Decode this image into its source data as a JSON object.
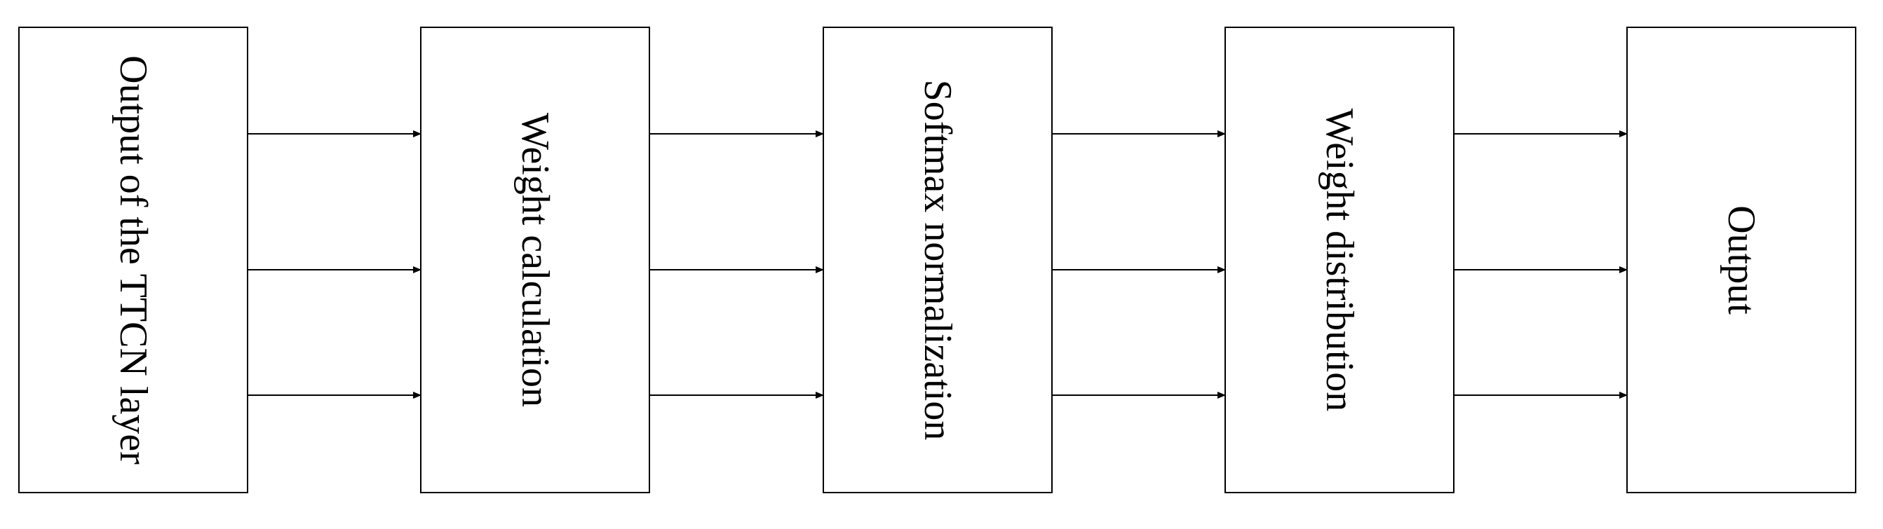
{
  "diagram": {
    "stages": [
      {
        "label": "Output of the TTCN layer"
      },
      {
        "label": "Weight calculation"
      },
      {
        "label": "Softmax normalization"
      },
      {
        "label": "Weight distribution"
      },
      {
        "label": "Output"
      }
    ],
    "arrows_between_stages": 3,
    "colors": {
      "background": "#ffffff",
      "stroke": "#000000",
      "text": "#000000"
    }
  }
}
